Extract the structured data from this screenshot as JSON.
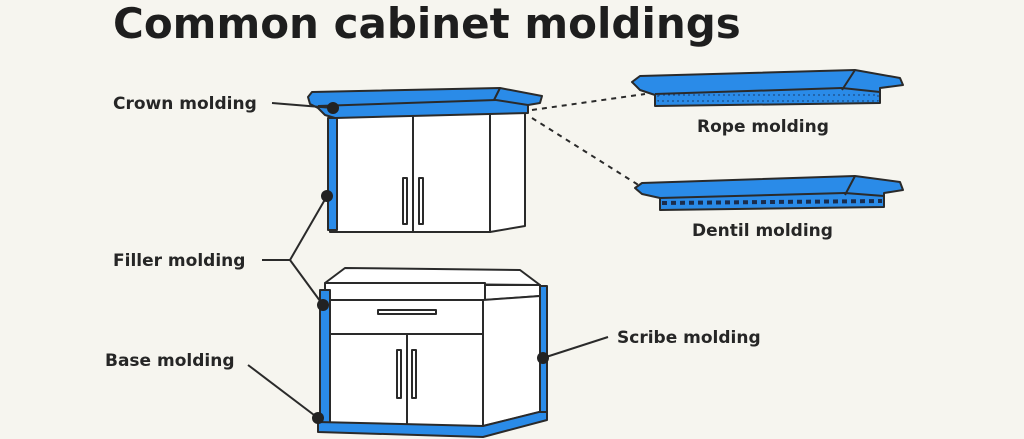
{
  "title": "Common cabinet moldings",
  "labels": {
    "crown": "Crown molding",
    "filler": "Filler molding",
    "base": "Base molding",
    "scribe": "Scribe molding",
    "rope": "Rope molding",
    "dentil": "Dentil molding"
  },
  "colors": {
    "molding": "#2a8be8",
    "outline": "#2a2a2a",
    "background": "#f6f5ef",
    "cabinet": "#ffffff"
  }
}
